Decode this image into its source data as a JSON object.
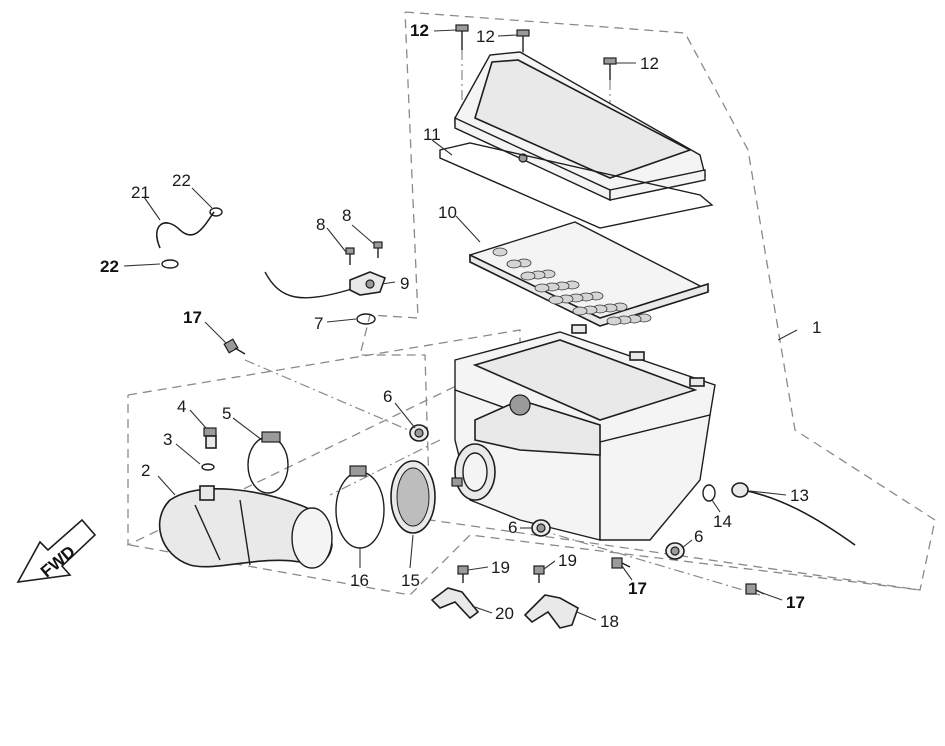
{
  "callouts": {
    "c1": "1",
    "c2": "2",
    "c3": "3",
    "c4": "4",
    "c5": "5",
    "c6a": "6",
    "c6b": "6",
    "c6c": "6",
    "c7": "7",
    "c8a": "8",
    "c8b": "8",
    "c9": "9",
    "c10": "10",
    "c11": "11",
    "c12a": "12",
    "c12b": "12",
    "c12c": "12",
    "c13": "13",
    "c14": "14",
    "c15": "15",
    "c16": "16",
    "c17a": "17",
    "c17b": "17",
    "c17c": "17",
    "c18": "18",
    "c19a": "19",
    "c19b": "19",
    "c20": "20",
    "c21": "21",
    "c22a": "22",
    "c22b": "22"
  },
  "fwd_arrow": {
    "label": "FWD"
  }
}
